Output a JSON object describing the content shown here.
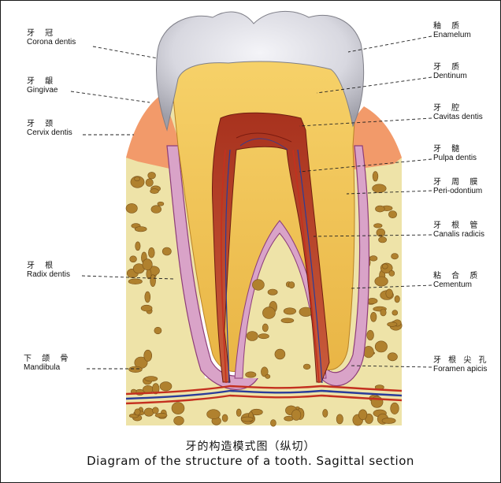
{
  "labels_left": [
    {
      "id": "corona",
      "zh": "牙 冠",
      "latin": "Corona dentis"
    },
    {
      "id": "gingivae",
      "zh": "牙 龈",
      "latin": "Gingivae"
    },
    {
      "id": "cervix",
      "zh": "牙 颈",
      "latin": "Cervix dentis"
    },
    {
      "id": "radix",
      "zh": "牙 根",
      "latin": "Radix dentis"
    },
    {
      "id": "mandibula",
      "zh": "下 颌 骨",
      "latin": "Mandibula"
    }
  ],
  "labels_right": [
    {
      "id": "enamelum",
      "zh": "釉 质",
      "latin": "Enamelum"
    },
    {
      "id": "dentinum",
      "zh": "牙 质",
      "latin": "Dentinum"
    },
    {
      "id": "cavitas",
      "zh": "牙 腔",
      "latin": "Cavitas dentis"
    },
    {
      "id": "pulpa",
      "zh": "牙 髓",
      "latin": "Pulpa dentis"
    },
    {
      "id": "periodontium",
      "zh": "牙 周 膜",
      "latin": "Peri-odontium"
    },
    {
      "id": "canalis",
      "zh": "牙 根 管",
      "latin": "Canalis radicis"
    },
    {
      "id": "cementum",
      "zh": "粘 合 质",
      "latin": "Cementum"
    },
    {
      "id": "foramen",
      "zh": "牙 根 尖 孔",
      "latin": "Foramen apicis"
    }
  ],
  "caption": {
    "zh": "牙的构造模式图（纵切）",
    "en": "Diagram of the structure of a tooth. Sagittal section"
  },
  "colors": {
    "bone": "#eee3a8",
    "bone_pore": "#b0812e",
    "enamel": "#dddde4",
    "dentin": "#f0c455",
    "pulp": "#b8452a",
    "gum": "#f29a6a",
    "periodontium": "#d9a3c8",
    "vessel_red": "#c4301f",
    "vessel_blue": "#2a3c9a"
  }
}
